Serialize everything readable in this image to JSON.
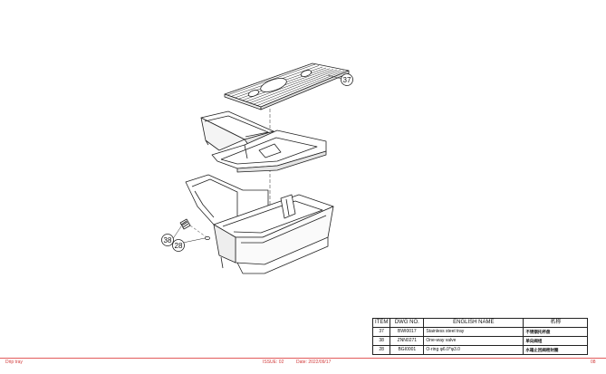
{
  "callouts": {
    "grate": "37",
    "valve": "38",
    "oring": "28"
  },
  "bom": {
    "headers": [
      "ITEM",
      "DWG NO.",
      "ENGLISH NAME",
      "名称"
    ],
    "rows": [
      {
        "item": "37",
        "dwg": "BWI0017",
        "english": "Stainless steel tray",
        "chinese": "不锈钢托杯盘"
      },
      {
        "item": "38",
        "dwg": "ZNN0271",
        "english": "One-way valve",
        "chinese": "单向阀组"
      },
      {
        "item": "28",
        "dwg": "BGI0001",
        "english": "O-ring φ6.0*φ3.0",
        "chinese": "水箱止回阀密封圈"
      }
    ]
  },
  "footer": {
    "title": "Drip tray",
    "issue": "ISSUE: 02",
    "date": "Date: 2022/09/17",
    "page": "08"
  },
  "colors": {
    "line": "#222222",
    "footer": "#d23a3a"
  }
}
